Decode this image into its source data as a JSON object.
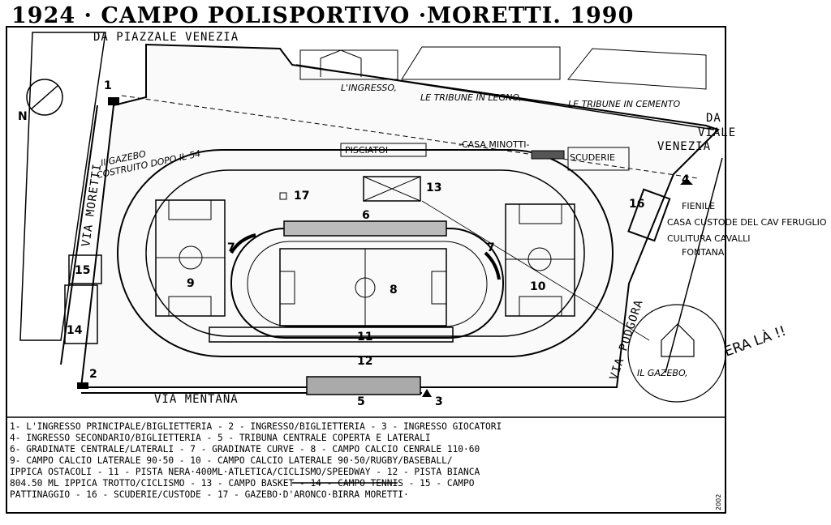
{
  "title": "1924 · CAMPO POLISPORTIVO ·MORETTI. 1990",
  "streets": {
    "piazzale": "DA PIAZZALE VENEZIA",
    "da": "DA",
    "viale": "VIALE",
    "venezia": "VENEZIA",
    "moretti": "VIA MORETTI",
    "mentana": "VIA MENTANA",
    "podgora": "VIA PODGORA"
  },
  "sketch": {
    "ingresso": "L'INGRESSO,",
    "legno": "LE TRIBUNE IN LEGNO,",
    "cemento": "LE TRIBUNE IN CEMENTO",
    "gazebo": "IL GAZEBO,"
  },
  "buildings": {
    "pisciatoi": "PISCIATOI",
    "casa_minotti": "-CASA MINOTTI-",
    "scuderie": "SCUDERIE"
  },
  "notes": {
    "gazebo_note_1": "Il GAZEBO",
    "gazebo_note_2": "COSTRUITO DOPO IL 54",
    "fienile": "FIENILE",
    "casa_custode": "CASA CUSTODE DEL CAV FERUGLIO",
    "cavalli": "CULITURA CAVALLI",
    "fontana": "FONTANA",
    "era_la": "ERA LÀ !!"
  },
  "numbers": [
    "1",
    "2",
    "3",
    "4",
    "5",
    "6",
    "7",
    "7",
    "8",
    "9",
    "10",
    "11",
    "12",
    "13",
    "14",
    "15",
    "16",
    "17"
  ],
  "legend": [
    "1- L'INGRESSO PRINCIPALE/BIGLIETTERIA - 2 - INGRESSO/BIGLIETTERIA - 3 - INGRESSO GIOCATORI",
    "4- INGRESSO SECONDARIO/BIGLIETTERIA - 5 - TRIBUNA CENTRALE COPERTA E LATERALI",
    "6- GRADINATE CENTRALE/LATERALI - 7 - GRADINATE CURVE - 8 - CAMPO CALCIO CENRALE 110·60",
    "9- CAMPO CALCIO LATERALE 90·50 - 10 - CAMPO CALCIO LATERALE 90·50/RUGBY/BASEBALL/",
    "IPPICA OSTACOLI - 11 - PISTA NERA·400ML·ATLETICA/CICLISMO/SPEEDWAY - 12 - PISTA BIANCA",
    "804.50 ML IPPICA TROTTO/CICLISMO - 13 - CAMPO BASKET - 14 - CAMPO TENNIS - 15 - CAMPO",
    "PATTINAGGIO - 16 - SCUDERIE/CUSTODE - 17 - GAZEBO·D'ARONCO·BIRRA MORETTI·"
  ],
  "compass": "N",
  "year_mark": "2002"
}
